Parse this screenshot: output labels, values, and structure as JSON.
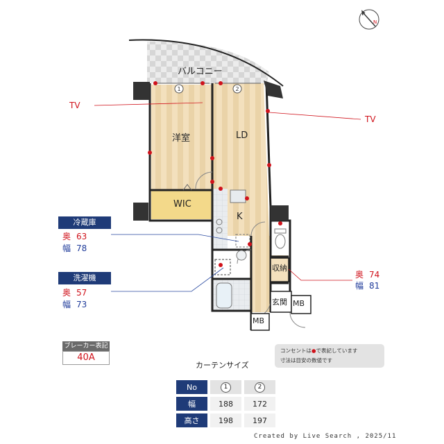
{
  "rooms": {
    "balcony": "バルコニー",
    "western": "洋室",
    "ld": "LD",
    "wic": "WIC",
    "kitchen": "K",
    "storage": "収納",
    "entrance": "玄関",
    "mb1": "MB",
    "mb2": "MB"
  },
  "tv_labels": [
    "TV",
    "TV"
  ],
  "window_markers": [
    "1",
    "2"
  ],
  "fridge": {
    "title": "冷蔵庫",
    "depth_label": "奥",
    "depth": "63",
    "width_label": "幅",
    "width": "78"
  },
  "washer": {
    "title": "洗濯機",
    "depth_label": "奥",
    "depth": "57",
    "width_label": "幅",
    "width": "73"
  },
  "storage_dims": {
    "depth_label": "奥",
    "depth": "74",
    "width_label": "幅",
    "width": "81"
  },
  "breaker": {
    "title": "ブレーカー表記",
    "value": "40A"
  },
  "note": {
    "line1": "コンセントは",
    "line1b": "で表記しています",
    "line2": "寸法は目安の数値です"
  },
  "curtain": {
    "title": "カーテンサイズ",
    "header": {
      "label": "No",
      "c1": "1",
      "c2": "2"
    },
    "rows": [
      {
        "label": "幅",
        "c1": "188",
        "c2": "172"
      },
      {
        "label": "高さ",
        "c1": "198",
        "c2": "197"
      }
    ]
  },
  "compass": {
    "letter": "N"
  },
  "credit": "Created by Live Search , 2025/11",
  "colors": {
    "accent": "#1f3b78",
    "outlet": "#d0121b",
    "floor": "#f1dcb6",
    "floor_stripe": "#e8cda0",
    "wic": "#f3d98a",
    "wall": "#222222"
  }
}
